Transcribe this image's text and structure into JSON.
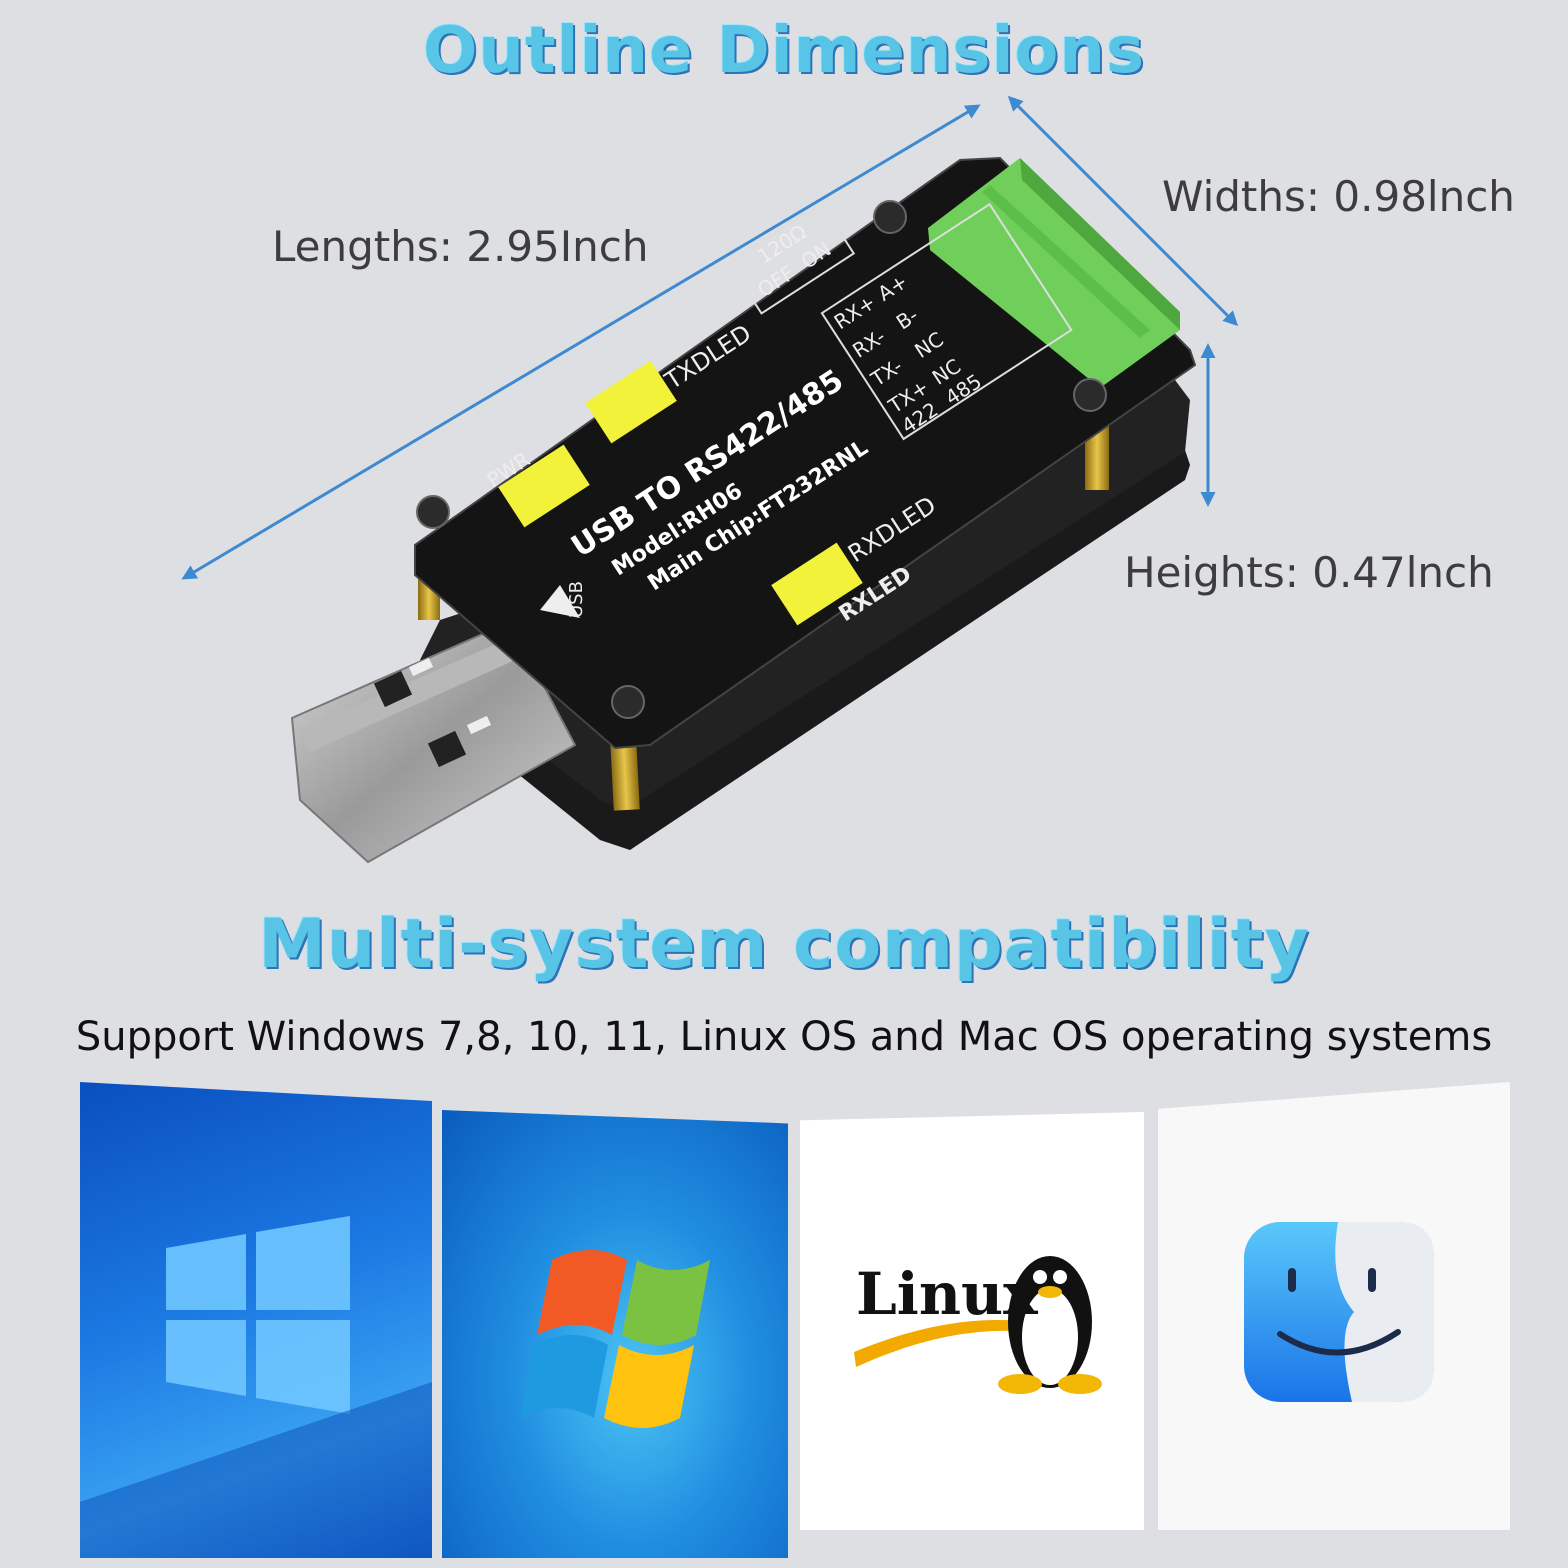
{
  "header": {
    "title": "Outline Dimensions"
  },
  "dimensions": {
    "length": "Lengths: 2.95Inch",
    "width": "Widths: 0.98lnch",
    "height": "Heights: 0.47lnch"
  },
  "device": {
    "product_name": "USB TO RS422/485",
    "model": "Model:RH06",
    "chip": "Main Chip:FT232RNL",
    "usb_label": "USB",
    "led_labels": {
      "pwr": "PWR",
      "txd": "TXDLED",
      "rxd": "RXDLED",
      "rx": "RXLED"
    },
    "resistor": {
      "value": "120Ω",
      "off": "OFF",
      "on": "ON"
    },
    "pins_422": [
      "RX+",
      "RX-",
      "TX-",
      "TX+"
    ],
    "pins_485": [
      "A+",
      "B-",
      "NC",
      "NC"
    ],
    "mode_422": "422",
    "mode_485": "485"
  },
  "compat": {
    "title": "Multi-system compatibility",
    "support_text": "Support Windows 7,8, 10, 11, Linux OS and Mac OS operating systems",
    "linux_logo_text": "Linux"
  },
  "colors": {
    "background": "#dedfe3",
    "title_cyan": "#58c4e6",
    "arrow_blue": "#3d8ad0",
    "pcb_black": "#141414",
    "terminal_green": "#6fcf5a",
    "led_yellow": "#f2f23a"
  },
  "icons": [
    "windows10-logo-icon",
    "windows7-logo-icon",
    "linux-tux-icon",
    "mac-finder-icon"
  ]
}
